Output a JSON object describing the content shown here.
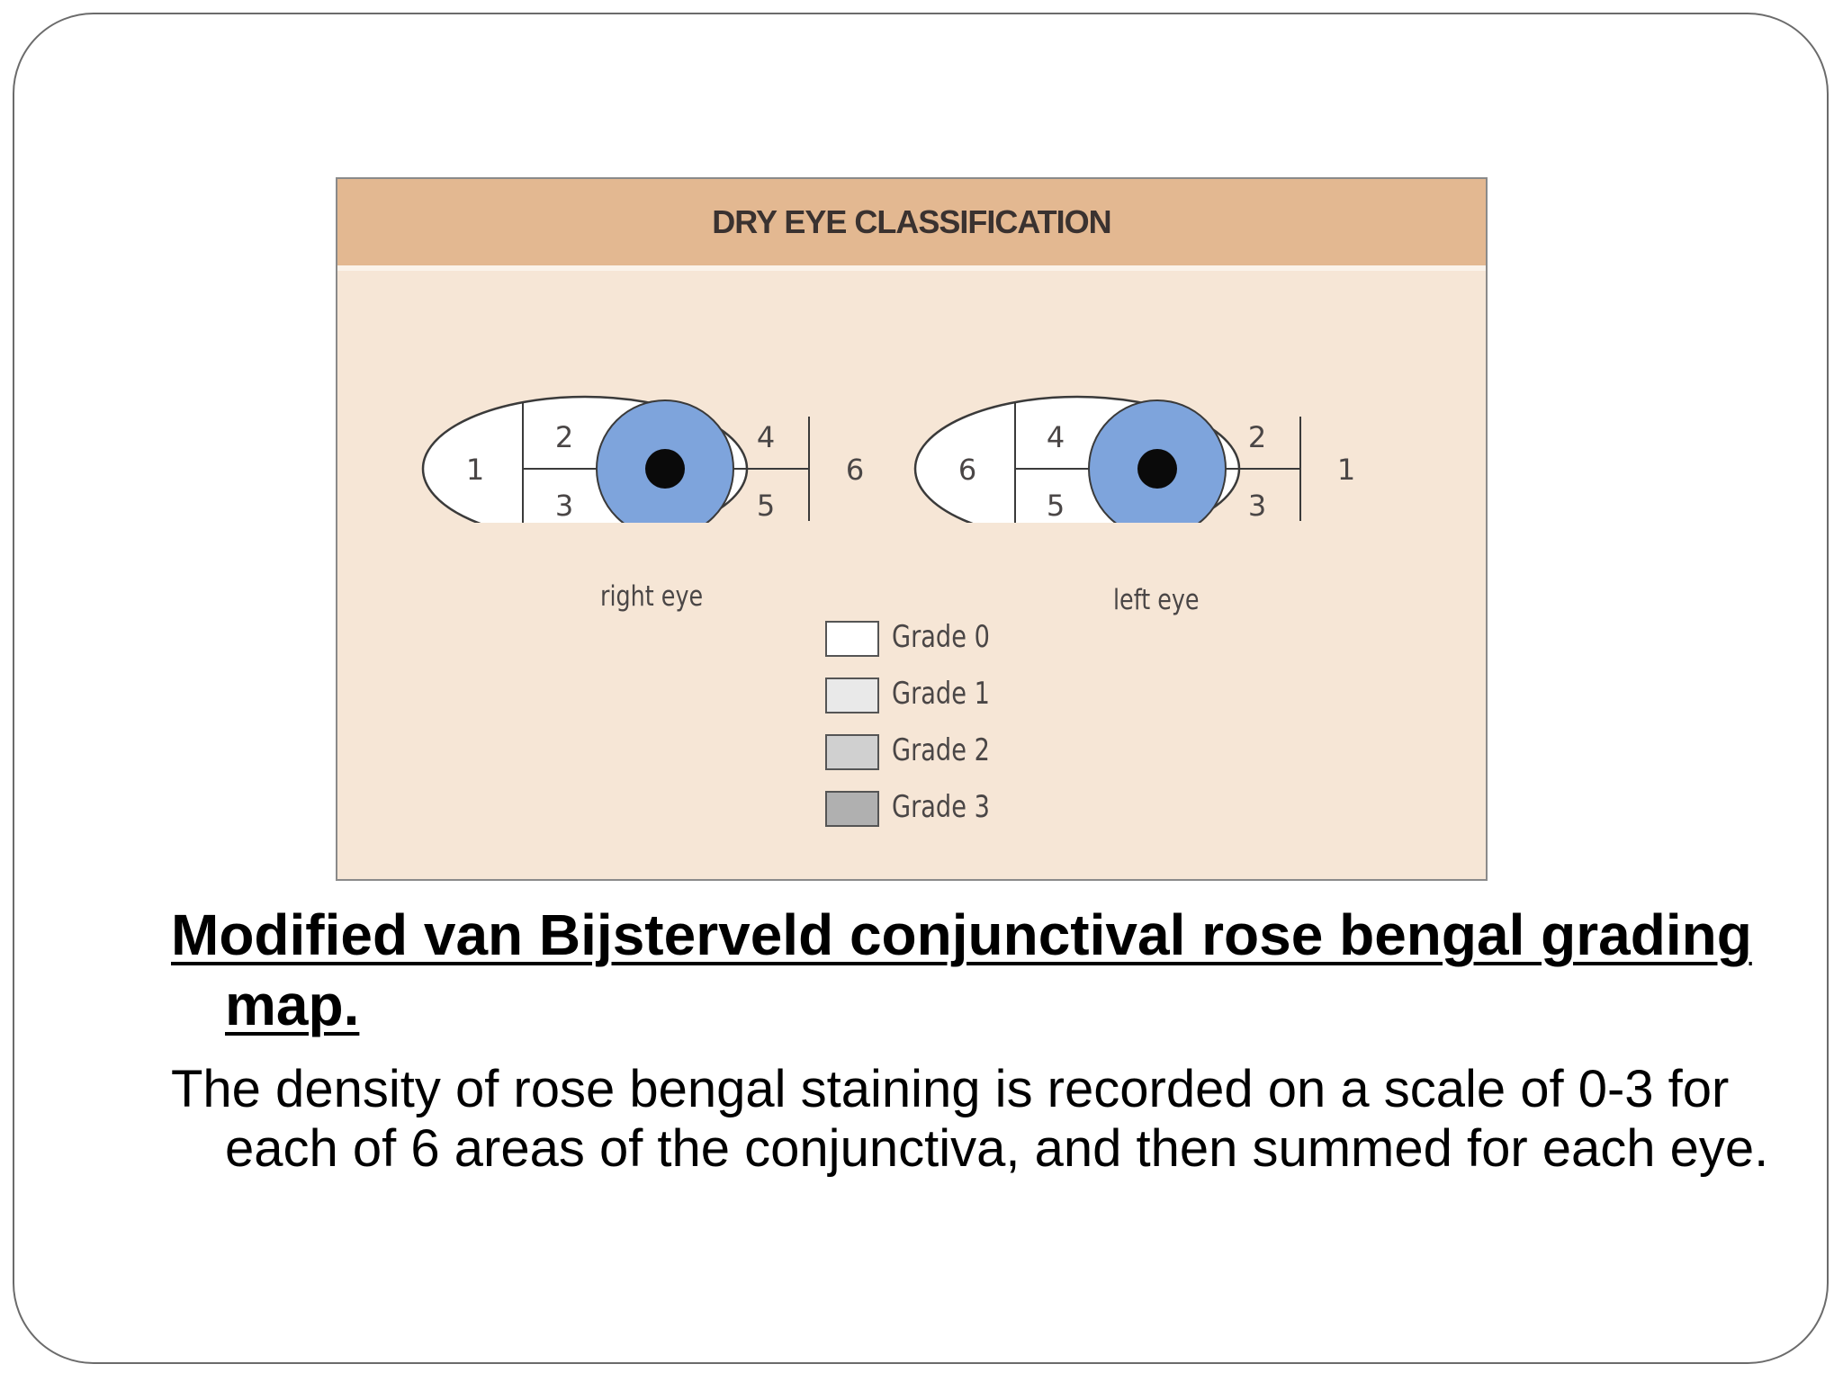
{
  "figure": {
    "title": "DRY EYE CLASSIFICATION",
    "colors": {
      "header": "#e3b891",
      "background": "#f6e6d6",
      "iris": "#7ea4dc",
      "pupil": "#0a0a0a"
    },
    "right_eye": {
      "label": "right eye",
      "zones": {
        "z1": "1",
        "z2": "2",
        "z3": "3",
        "z4": "4",
        "z5": "5",
        "z6": "6"
      }
    },
    "left_eye": {
      "label": "left eye",
      "zones": {
        "z1": "1",
        "z2": "2",
        "z3": "3",
        "z4": "4",
        "z5": "5",
        "z6": "6"
      }
    },
    "legend": [
      {
        "label": "Grade 0",
        "color": "#ffffff"
      },
      {
        "label": "Grade 1",
        "color": "#e9e9e9"
      },
      {
        "label": "Grade 2",
        "color": "#d0d0d0"
      },
      {
        "label": "Grade 3",
        "color": "#b0b0b0"
      }
    ]
  },
  "caption": {
    "title": "Modified van Bijsterveld conjunctival rose bengal grading map.",
    "body": "The density of rose bengal staining is recorded on a scale of 0-3 for each of 6 areas of the conjunctiva, and then summed for each eye."
  }
}
